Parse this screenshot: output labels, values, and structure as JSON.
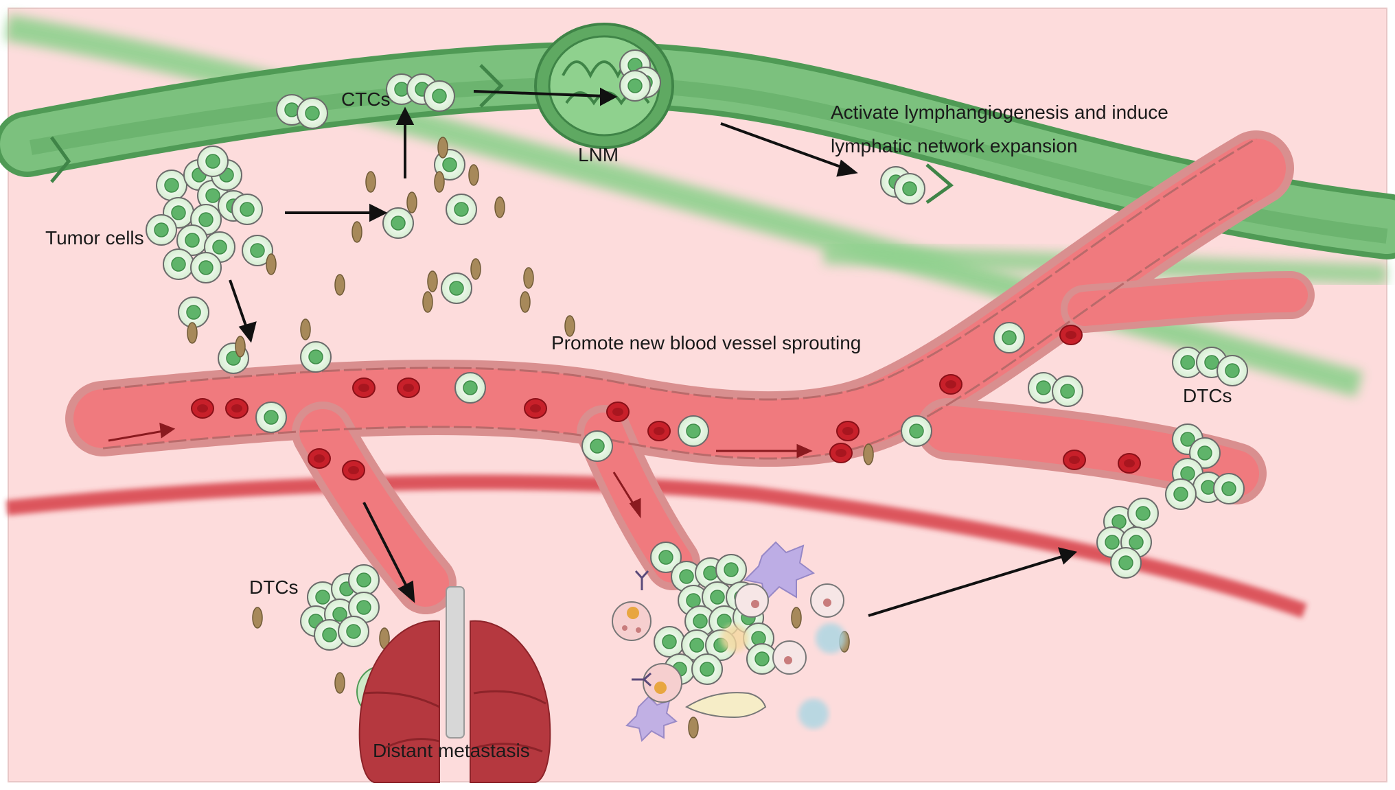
{
  "labels": {
    "ctcs": "CTCs",
    "lnm": "LNM",
    "activate_line1": "Activate  lymphangiogenesis and induce",
    "activate_line2": "lymphatic network expansion",
    "tumor_cells": "Tumor cells",
    "promote_sprouting": "Promote new blood vessel sprouting",
    "dtcs_right": "DTCs",
    "dtcs_left": "DTCs",
    "distant_metastasis": "Distant metastasis"
  },
  "colors": {
    "background": "#fddcdc",
    "lymph_vessel": "#7cc17e",
    "lymph_dark": "#4f9a55",
    "blood_vessel": "#f07a7e",
    "endothelium": "#d98f8f",
    "red_blood_cell": "#c8202a",
    "tumor_cell": "#e4f4e1",
    "tumor_nucleus": "#5fb46a",
    "platelet": "#a7895a",
    "lung": "#b5383f"
  },
  "icons": [
    "tumor-cell-cluster-icon",
    "platelet-icon",
    "red-blood-cell-icon",
    "lymph-node-icon",
    "lung-icon",
    "immune-cell-icon",
    "macrophage-icon",
    "antibody-icon"
  ]
}
